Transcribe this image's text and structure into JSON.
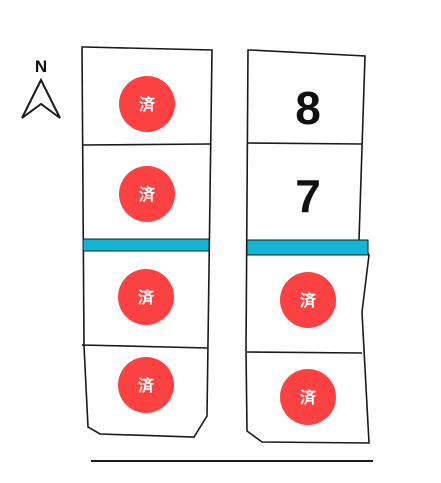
{
  "compass": {
    "label": "N",
    "icon": "north-arrow-icon"
  },
  "colors": {
    "sold_badge": "#fb4141",
    "sold_text": "#ffffff",
    "channel": "#12b6d4",
    "outline": "#1a1a1a",
    "label": "#111111",
    "background": "#ffffff"
  },
  "lots": {
    "left": [
      {
        "status": "sold",
        "badge": "済"
      },
      {
        "status": "sold",
        "badge": "済"
      },
      {
        "status": "sold",
        "badge": "済"
      },
      {
        "status": "sold",
        "badge": "済"
      }
    ],
    "right": [
      {
        "status": "available",
        "number": "8"
      },
      {
        "status": "available",
        "number": "7"
      },
      {
        "status": "sold",
        "badge": "済"
      },
      {
        "status": "sold",
        "badge": "済"
      }
    ]
  }
}
